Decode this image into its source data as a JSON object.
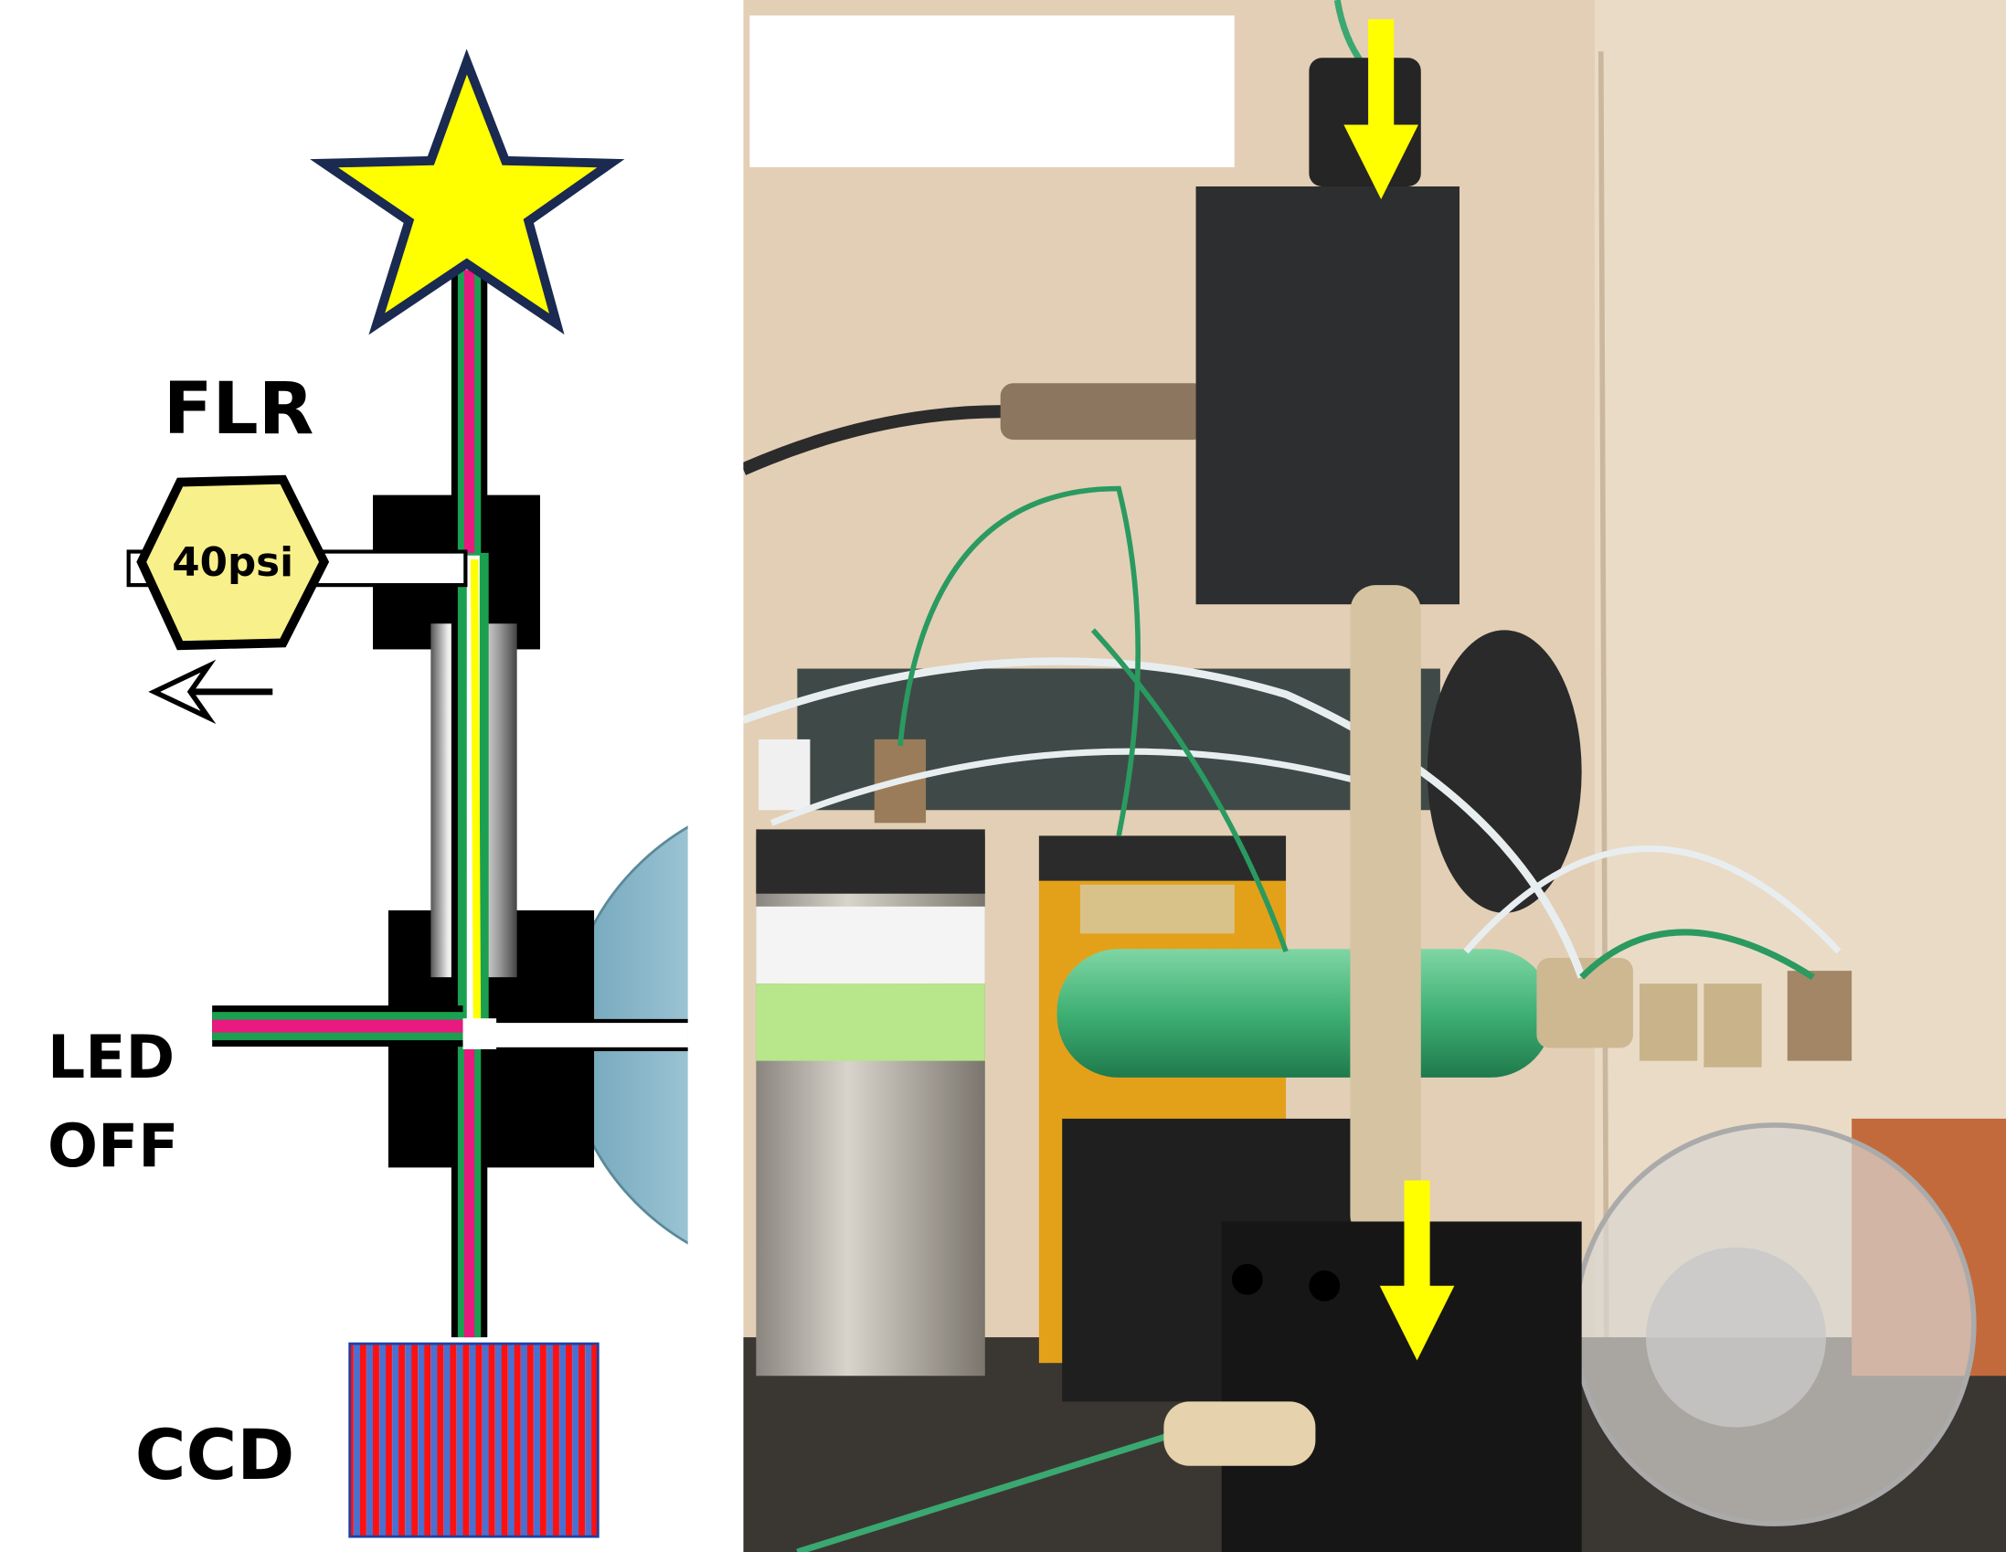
{
  "diagram": {
    "labels": {
      "source": "FLR",
      "pressure": "40psi",
      "led_line1": "LED",
      "led_line2": "OFF",
      "detector": "CCD"
    },
    "colors": {
      "star": "#ffff00",
      "star_outline": "#1a2a50",
      "fiber_green": "#1aa050",
      "fiber_pink": "#e8197f",
      "hexagon": "#f8f08a",
      "ccd_red": "#ff1010",
      "ccd_blue": "#4a70d0",
      "arrow": "#ffff00"
    }
  }
}
